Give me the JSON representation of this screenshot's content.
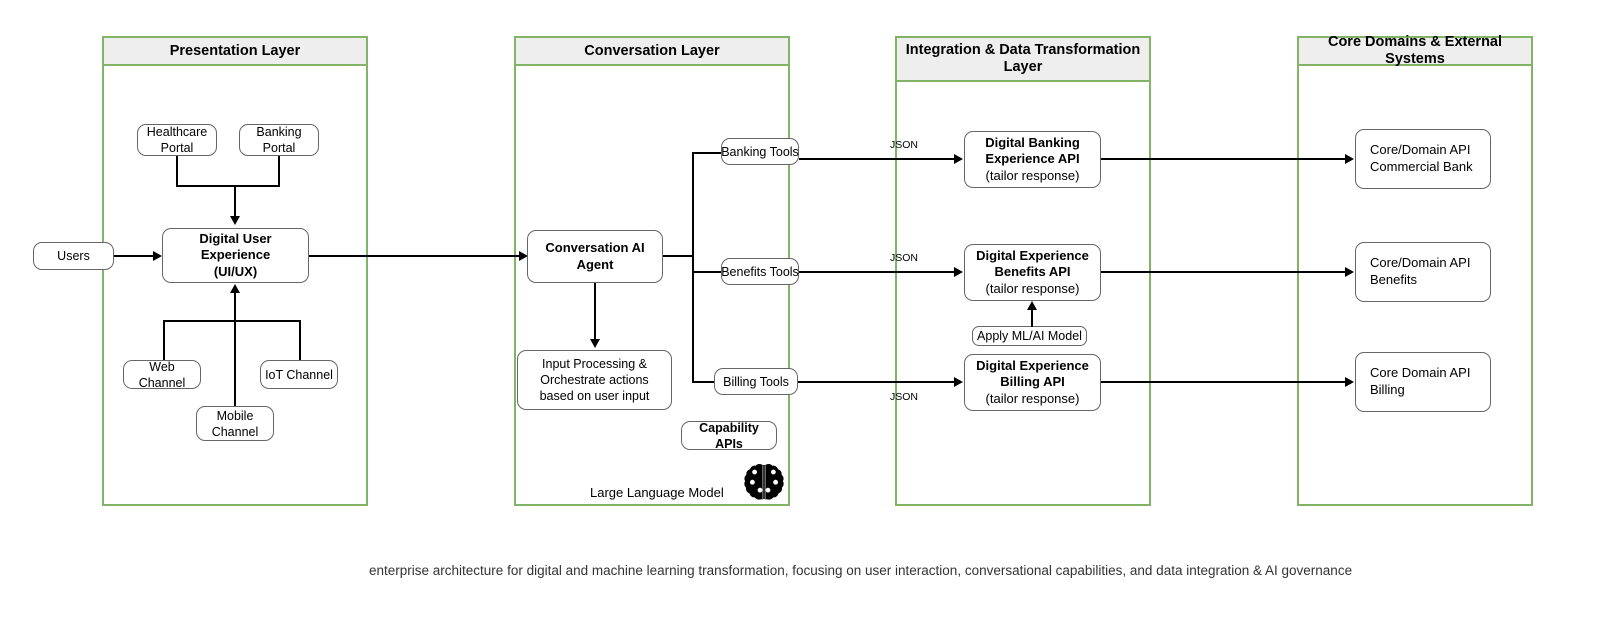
{
  "diagram": {
    "caption": "enterprise architecture for digital and machine learning transformation, focusing on user interaction, conversational capabilities, and data integration & AI governance",
    "accent_border": "#82b366",
    "header_fill": "#eeeeee",
    "node_border": "#666666"
  },
  "layers": [
    {
      "id": "presentation",
      "title": "Presentation Layer"
    },
    {
      "id": "conversation",
      "title": "Conversation Layer"
    },
    {
      "id": "integration",
      "title": "Integration & Data Transformation Layer"
    },
    {
      "id": "core",
      "title": "Core Domains & External Systems"
    }
  ],
  "presentation": {
    "users": "Users",
    "healthcare_portal": "Healthcare Portal",
    "banking_portal": "Banking Portal",
    "dux_line1": "Digital User Experience",
    "dux_line2": "(UI/UX)",
    "web_channel": "Web Channel",
    "iot_channel": "IoT Channel",
    "mobile_channel": "Mobile Channel"
  },
  "conversation": {
    "agent_line1": "Conversation AI",
    "agent_line2": "Agent",
    "input_processing": "Input Processing & Orchestrate actions based on user input",
    "capability_apis": "Capability APIs",
    "llm_label": "Large Language Model",
    "llm_icon": "brain-icon",
    "tools": [
      {
        "label": "Banking Tools"
      },
      {
        "label": "Benefits Tools"
      },
      {
        "label": "Billing Tools"
      }
    ]
  },
  "integration": {
    "edge_label": "JSON",
    "ml_annotation": "Apply ML/AI Model",
    "apis": [
      {
        "title_line1": "Digital Banking",
        "title_line2": "Experience  API",
        "subtitle": "(tailor response)"
      },
      {
        "title_line1": "Digital Experience",
        "title_line2": "Benefits API",
        "subtitle": "(tailor response)"
      },
      {
        "title_line1": "Digital Experience",
        "title_line2": "Billing API",
        "subtitle": "(tailor response)"
      }
    ]
  },
  "core": {
    "systems": [
      {
        "line1": "Core/Domain API",
        "line2": "Commercial Bank"
      },
      {
        "line1": "Core/Domain API",
        "line2": "Benefits"
      },
      {
        "line1": "Core Domain API",
        "line2": "Billing"
      }
    ]
  }
}
